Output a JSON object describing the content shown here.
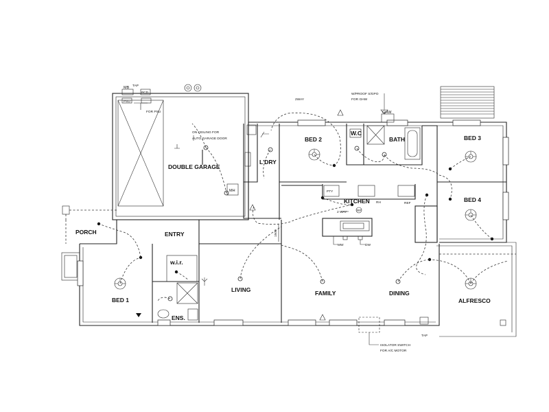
{
  "rooms": {
    "double_garage": "DOUBLE GARAGE",
    "porch": "PORCH",
    "entry": "ENTRY",
    "bed1": "BED 1",
    "wir": "w.i.r.",
    "ens": "ENS.",
    "living": "LIVING",
    "family": "FAMILY",
    "dining": "DINING",
    "alfresco": "ALFRESCO",
    "bed2": "BED 2",
    "wc": "W.C",
    "bath": "BATH",
    "bed3": "BED 3",
    "bed4": "BED 4",
    "ldry": "L'DRY",
    "kitchen": "KITCHEN"
  },
  "annotations": {
    "mb": "MB",
    "tap_top": "TAP",
    "pcd": "PCD",
    "psu": "PSU",
    "for_psu": "FOR PSU",
    "ceiling_note_1": "ON CEILING FOR",
    "ceiling_note_2": "AUTO GARAGE DOOR",
    "two_way_top": "2WAY",
    "wproof_1": "W/PROOF S/GPO",
    "wproof_2": "FOR GHW",
    "ghw": "GHW",
    "mh": "MH",
    "pty": "PTY",
    "rh": "RH",
    "ref": "REF",
    "mw": "MW",
    "dw": "DW",
    "two_way_kitchen": "2 WAY",
    "isolator_1": "ISOLATOR SWITCH",
    "isolator_2": "FOR A/C MOTOR",
    "tap_bottom": "TAP",
    "rf": "RF",
    "dim_wall": "1500"
  }
}
